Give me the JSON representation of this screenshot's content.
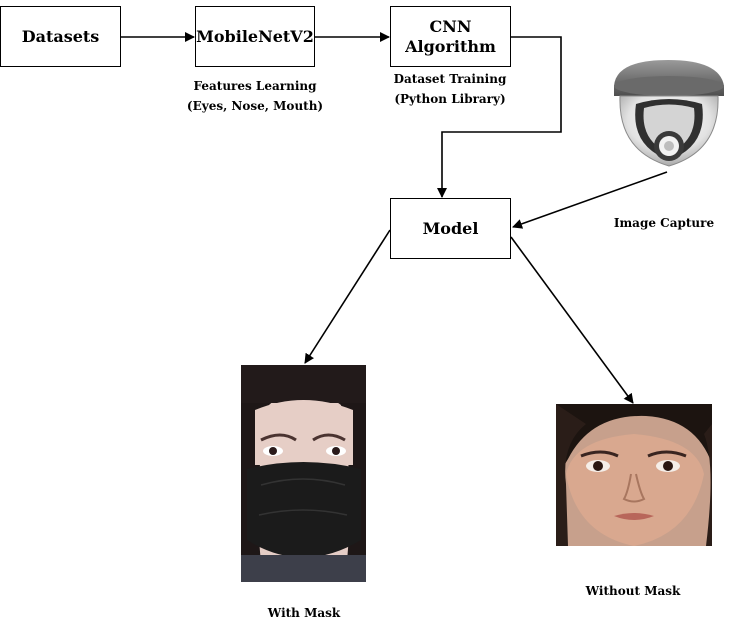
{
  "nodes": {
    "datasets": "Datasets",
    "mobilenet": "MobileNetV2",
    "cnn_line1": "CNN",
    "cnn_line2": "Algorithm",
    "model": "Model"
  },
  "captions": {
    "features_line1": "Features Learning",
    "features_line2": "(Eyes, Nose, Mouth)",
    "training_line1": "Dataset Training",
    "training_line2": "(Python Library)",
    "image_capture": "Image Capture",
    "with_mask": "With Mask",
    "without_mask": "Without Mask"
  },
  "icons": {
    "camera": "security-camera-icon",
    "with_mask_photo": "woman-wearing-black-mask-photo",
    "without_mask_photo": "woman-without-mask-photo"
  }
}
